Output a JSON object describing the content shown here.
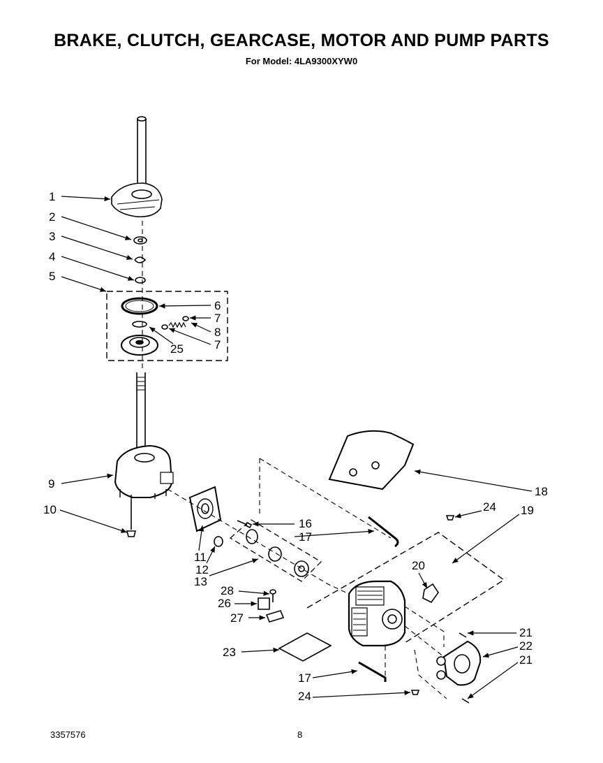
{
  "header": {
    "title": "BRAKE, CLUTCH, GEARCASE, MOTOR AND PUMP PARTS",
    "subtitle": "For Model: 4LA9300XYW0"
  },
  "footer": {
    "part_number": "3357576",
    "page": "8"
  },
  "callouts": [
    {
      "id": "c1",
      "text": "1"
    },
    {
      "id": "c2",
      "text": "2"
    },
    {
      "id": "c3",
      "text": "3"
    },
    {
      "id": "c4",
      "text": "4"
    },
    {
      "id": "c5",
      "text": "5"
    },
    {
      "id": "c6",
      "text": "6"
    },
    {
      "id": "c7a",
      "text": "7"
    },
    {
      "id": "c8",
      "text": "8"
    },
    {
      "id": "c7b",
      "text": "7"
    },
    {
      "id": "c25",
      "text": "25"
    },
    {
      "id": "c9",
      "text": "9"
    },
    {
      "id": "c10",
      "text": "10"
    },
    {
      "id": "c11",
      "text": "11"
    },
    {
      "id": "c12",
      "text": "12"
    },
    {
      "id": "c13",
      "text": "13"
    },
    {
      "id": "c16",
      "text": "16"
    },
    {
      "id": "c17a",
      "text": "17"
    },
    {
      "id": "c18",
      "text": "18"
    },
    {
      "id": "c24a",
      "text": "24"
    },
    {
      "id": "c19",
      "text": "19"
    },
    {
      "id": "c20",
      "text": "20"
    },
    {
      "id": "c28",
      "text": "28"
    },
    {
      "id": "c26",
      "text": "26"
    },
    {
      "id": "c27",
      "text": "27"
    },
    {
      "id": "c21a",
      "text": "21"
    },
    {
      "id": "c22",
      "text": "22"
    },
    {
      "id": "c21b",
      "text": "21"
    },
    {
      "id": "c23",
      "text": "23"
    },
    {
      "id": "c17b",
      "text": "17"
    },
    {
      "id": "c24b",
      "text": "24"
    }
  ]
}
